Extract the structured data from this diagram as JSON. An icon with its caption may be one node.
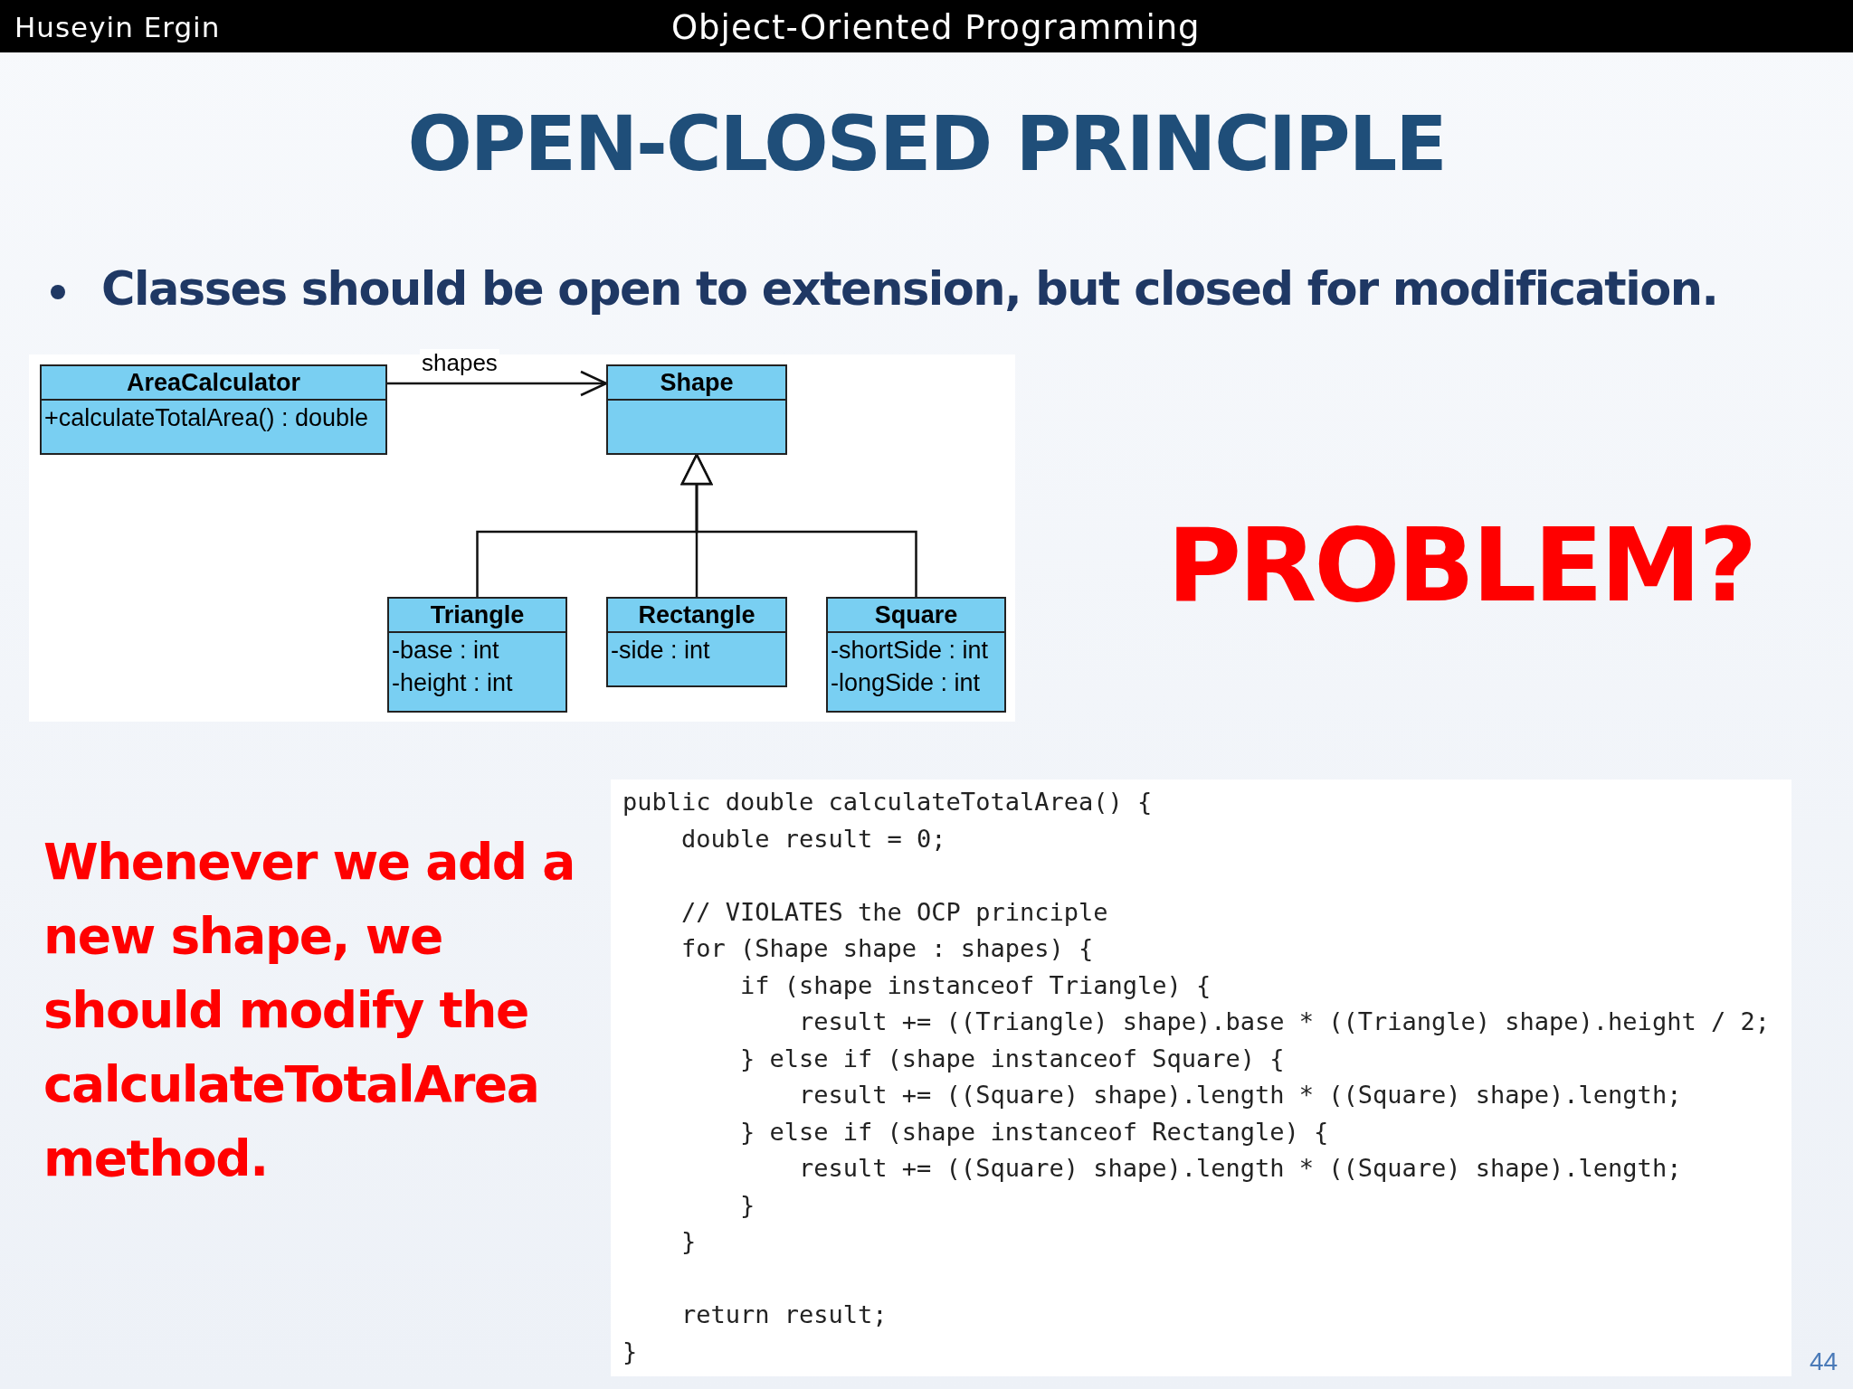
{
  "diagram": {
    "title": "OPEN-CLOSED PRINCIPLE",
    "nodes": [
      {
        "text": [
          "AreaCalculator",
          "+calculateTotalArea() : double"
        ]
      },
      {
        "text": [
          "Shape"
        ]
      },
      {
        "text": [
          "Triangle",
          "-base : int",
          "-height : int"
        ]
      },
      {
        "text": [
          "Rectangle",
          "-side : int"
        ]
      },
      {
        "text": [
          "Square",
          "-shortSide : int",
          "-longSide : int"
        ]
      }
    ],
    "edges": [
      {
        "from": 0,
        "to": 1,
        "arrow": "to",
        "label": "shapes"
      },
      {
        "from": 2,
        "to": 1,
        "arrow": "to"
      },
      {
        "from": 3,
        "to": 1,
        "arrow": "to"
      },
      {
        "from": 4,
        "to": 1,
        "arrow": "to"
      }
    ],
    "labels": [
      "Huseyin Ergin",
      "Object-Oriented Programming",
      "Classes should be open to extension, but closed for modification.",
      "PROBLEM?",
      "Whenever we add a new shape, we should modify the calculateTotalArea method.",
      "public double calculateTotalArea() {",
      "    double result = 0;",
      "    // VIOLATES the OCP principle",
      "    for (Shape shape : shapes) {",
      "        if (shape instanceof Triangle) {",
      "            result += ((Triangle) shape).base * ((Triangle) shape).height / 2;",
      "        } else if (shape instanceof Square) {",
      "            result += ((Square) shape).length * ((Square) shape).length;",
      "        } else if (shape instanceof Rectangle) {",
      "            result += ((Square) shape).length * ((Square) shape).length;",
      "        }",
      "    }",
      "    return result;",
      "}",
      "44"
    ]
  }
}
